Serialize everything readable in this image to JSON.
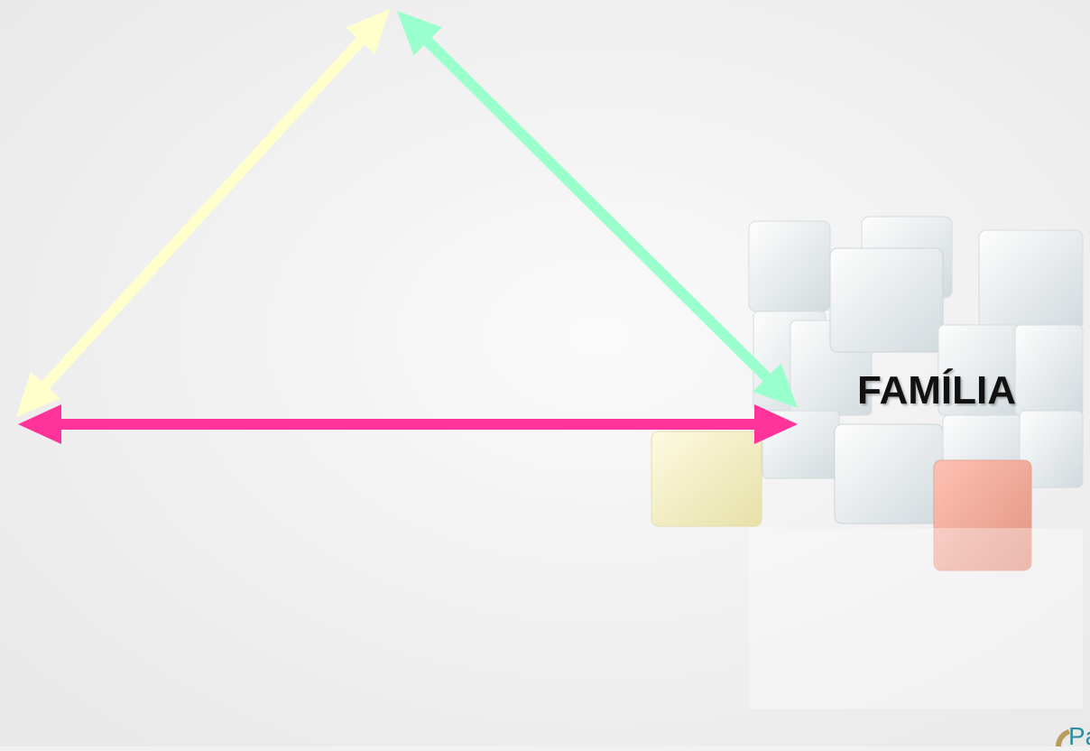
{
  "diagram": {
    "label": "FAMÍLIA",
    "arrows": [
      {
        "name": "left-arrow",
        "color": "#ffffcc"
      },
      {
        "name": "right-arrow",
        "color": "#99ffcc"
      },
      {
        "name": "bottom-arrow",
        "color": "#ff3399"
      }
    ]
  },
  "logo": {
    "text": "Pa"
  },
  "cube_colors": {
    "white": "#eef2f4",
    "yellow": "#f5f0c6",
    "red": "#f0a090"
  }
}
